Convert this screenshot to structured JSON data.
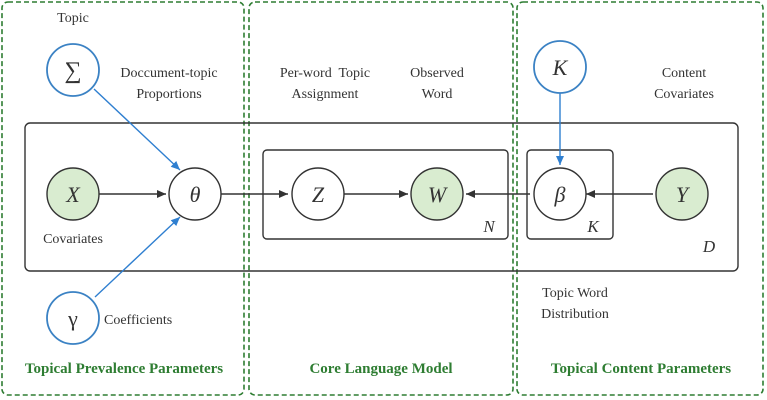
{
  "colors": {
    "section_border": "#2e7d32",
    "section_title": "#2e7d32",
    "observed_fill": "#d9ecd0",
    "hyper_stroke": "#3b82c4",
    "edge": "#333333",
    "edge_blue": "#2f7fd0"
  },
  "sections": {
    "prevalence": {
      "title": "Topical Prevalence Parameters"
    },
    "core": {
      "title": "Core Language Model"
    },
    "content": {
      "title": "Topical Content Parameters"
    }
  },
  "nodes": {
    "sigma": {
      "symbol": "∑",
      "type": "hyperparameter"
    },
    "gamma": {
      "symbol": "γ",
      "type": "hyperparameter"
    },
    "K_top": {
      "symbol": "K",
      "type": "hyperparameter"
    },
    "X": {
      "symbol": "X",
      "type": "observed"
    },
    "theta": {
      "symbol": "θ",
      "type": "latent"
    },
    "Z": {
      "symbol": "Z",
      "type": "latent"
    },
    "W": {
      "symbol": "W",
      "type": "observed"
    },
    "beta": {
      "symbol": "β",
      "type": "latent"
    },
    "Y": {
      "symbol": "Y",
      "type": "observed"
    }
  },
  "plates": {
    "D": {
      "label": "D"
    },
    "N": {
      "label": "N"
    },
    "K": {
      "label": "K"
    }
  },
  "labels": {
    "topic": "Topic",
    "doc_topic_1": "Doccument-topic",
    "doc_topic_2": "Proportions",
    "covariates": "Covariates",
    "coefficients": "Coefficients",
    "per_word_1": "Per-word  Topic",
    "per_word_2": "Assignment",
    "observed_1": "Observed",
    "observed_2": "Word",
    "content_cov_1": "Content",
    "content_cov_2": "Covariates",
    "topic_word_1": "Topic Word",
    "topic_word_2": "Distribution"
  }
}
